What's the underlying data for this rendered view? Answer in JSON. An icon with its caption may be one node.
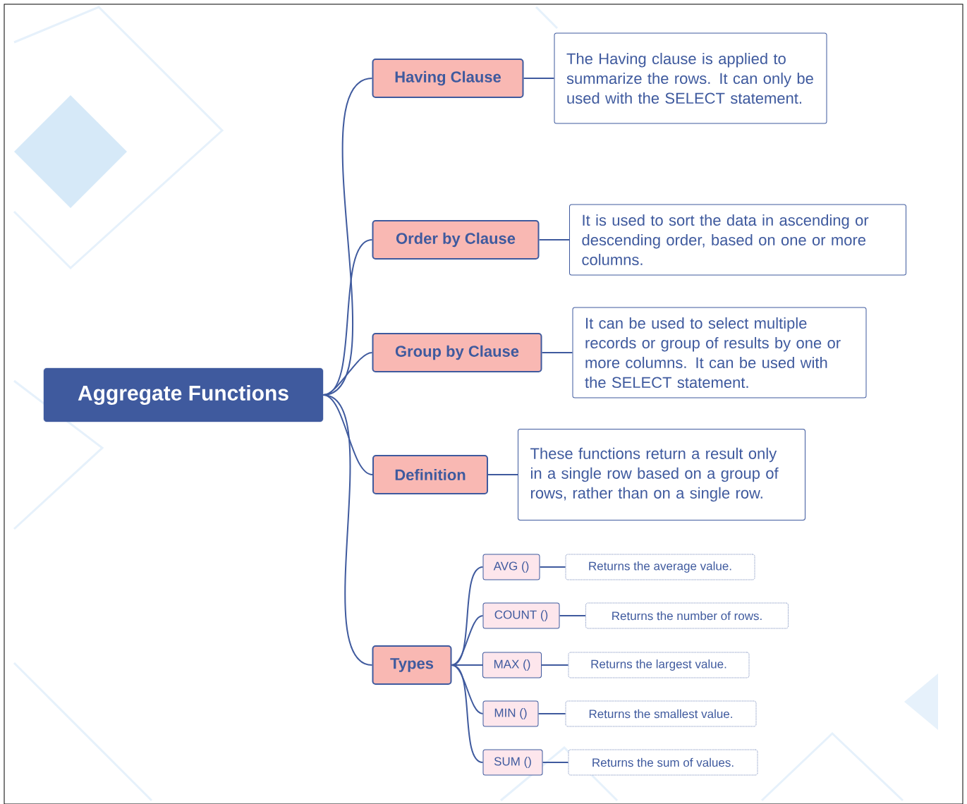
{
  "diagram": {
    "nodes": [
      {
        "text": [
          "Aggregate Functions"
        ]
      },
      {
        "text": [
          "Having Clause"
        ]
      },
      {
        "text": [
          "The Having clause is applied to summarize the rows. It can only be used with the SELECT statement."
        ]
      },
      {
        "text": [
          "Order by Clause"
        ]
      },
      {
        "text": [
          "It is used to sort the data in ascending or descending order, based on one or more columns."
        ]
      },
      {
        "text": [
          "Group by Clause"
        ]
      },
      {
        "text": [
          "It can be used to select multiple records or group of results by one or more columns. It can be used with the SELECT statement."
        ]
      },
      {
        "text": [
          "Definition"
        ]
      },
      {
        "text": [
          "These functions return a result only in a single row based on a group of rows, rather than on a single row."
        ]
      },
      {
        "text": [
          "Types"
        ]
      },
      {
        "text": [
          "AVG ()"
        ]
      },
      {
        "text": [
          "Returns the average value."
        ]
      },
      {
        "text": [
          "COUNT ()"
        ]
      },
      {
        "text": [
          "Returns the number of rows."
        ]
      },
      {
        "text": [
          "MAX ()"
        ]
      },
      {
        "text": [
          "Returns the largest value."
        ]
      },
      {
        "text": [
          "MIN ()"
        ]
      },
      {
        "text": [
          "Returns the smallest value."
        ]
      },
      {
        "text": [
          "SUM ()"
        ]
      },
      {
        "text": [
          "Returns the sum of values."
        ]
      }
    ],
    "edges": [
      {
        "from": 0,
        "to": 1,
        "arrow": "none"
      },
      {
        "from": 1,
        "to": 2,
        "arrow": "none"
      },
      {
        "from": 0,
        "to": 3,
        "arrow": "none"
      },
      {
        "from": 3,
        "to": 4,
        "arrow": "none"
      },
      {
        "from": 0,
        "to": 5,
        "arrow": "none"
      },
      {
        "from": 5,
        "to": 6,
        "arrow": "none"
      },
      {
        "from": 0,
        "to": 7,
        "arrow": "none"
      },
      {
        "from": 7,
        "to": 8,
        "arrow": "none"
      },
      {
        "from": 0,
        "to": 9,
        "arrow": "none"
      },
      {
        "from": 9,
        "to": 10,
        "arrow": "none"
      },
      {
        "from": 10,
        "to": 11,
        "arrow": "none"
      },
      {
        "from": 9,
        "to": 12,
        "arrow": "none"
      },
      {
        "from": 12,
        "to": 13,
        "arrow": "none"
      },
      {
        "from": 9,
        "to": 14,
        "arrow": "none"
      },
      {
        "from": 14,
        "to": 15,
        "arrow": "none"
      },
      {
        "from": 9,
        "to": 16,
        "arrow": "none"
      },
      {
        "from": 16,
        "to": 17,
        "arrow": "none"
      },
      {
        "from": 9,
        "to": 18,
        "arrow": "none"
      },
      {
        "from": 18,
        "to": 19,
        "arrow": "none"
      }
    ]
  }
}
